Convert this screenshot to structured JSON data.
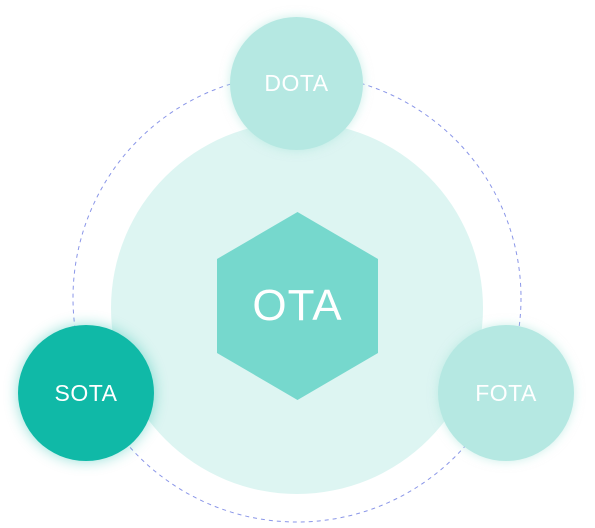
{
  "diagram": {
    "center": {
      "label": "OTA"
    },
    "nodes": {
      "top": {
        "label": "DOTA"
      },
      "left": {
        "label": "SOTA",
        "active": true
      },
      "right": {
        "label": "FOTA"
      }
    },
    "colors": {
      "center_disc": "#ddf5f2",
      "hexagon": "#76d8cd",
      "node_default": "#b5e8e2",
      "node_active": "#10b9a7",
      "orbit_line": "#8a96e8",
      "label_text": "#ffffff"
    }
  }
}
